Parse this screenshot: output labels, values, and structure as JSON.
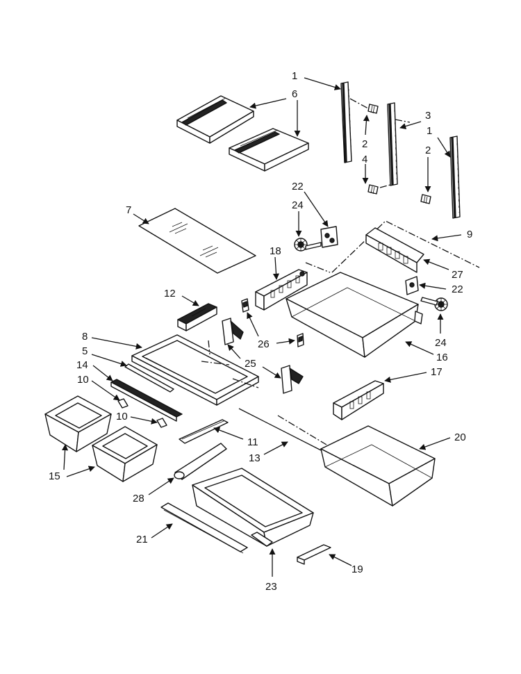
{
  "callouts": [
    "1",
    "6",
    "3",
    "1",
    "2",
    "4",
    "2",
    "22",
    "24",
    "7",
    "18",
    "9",
    "27",
    "22",
    "12",
    "24",
    "26",
    "8",
    "5",
    "16",
    "14",
    "25",
    "10",
    "17",
    "10",
    "11",
    "20",
    "15",
    "13",
    "28",
    "21",
    "19",
    "23"
  ]
}
